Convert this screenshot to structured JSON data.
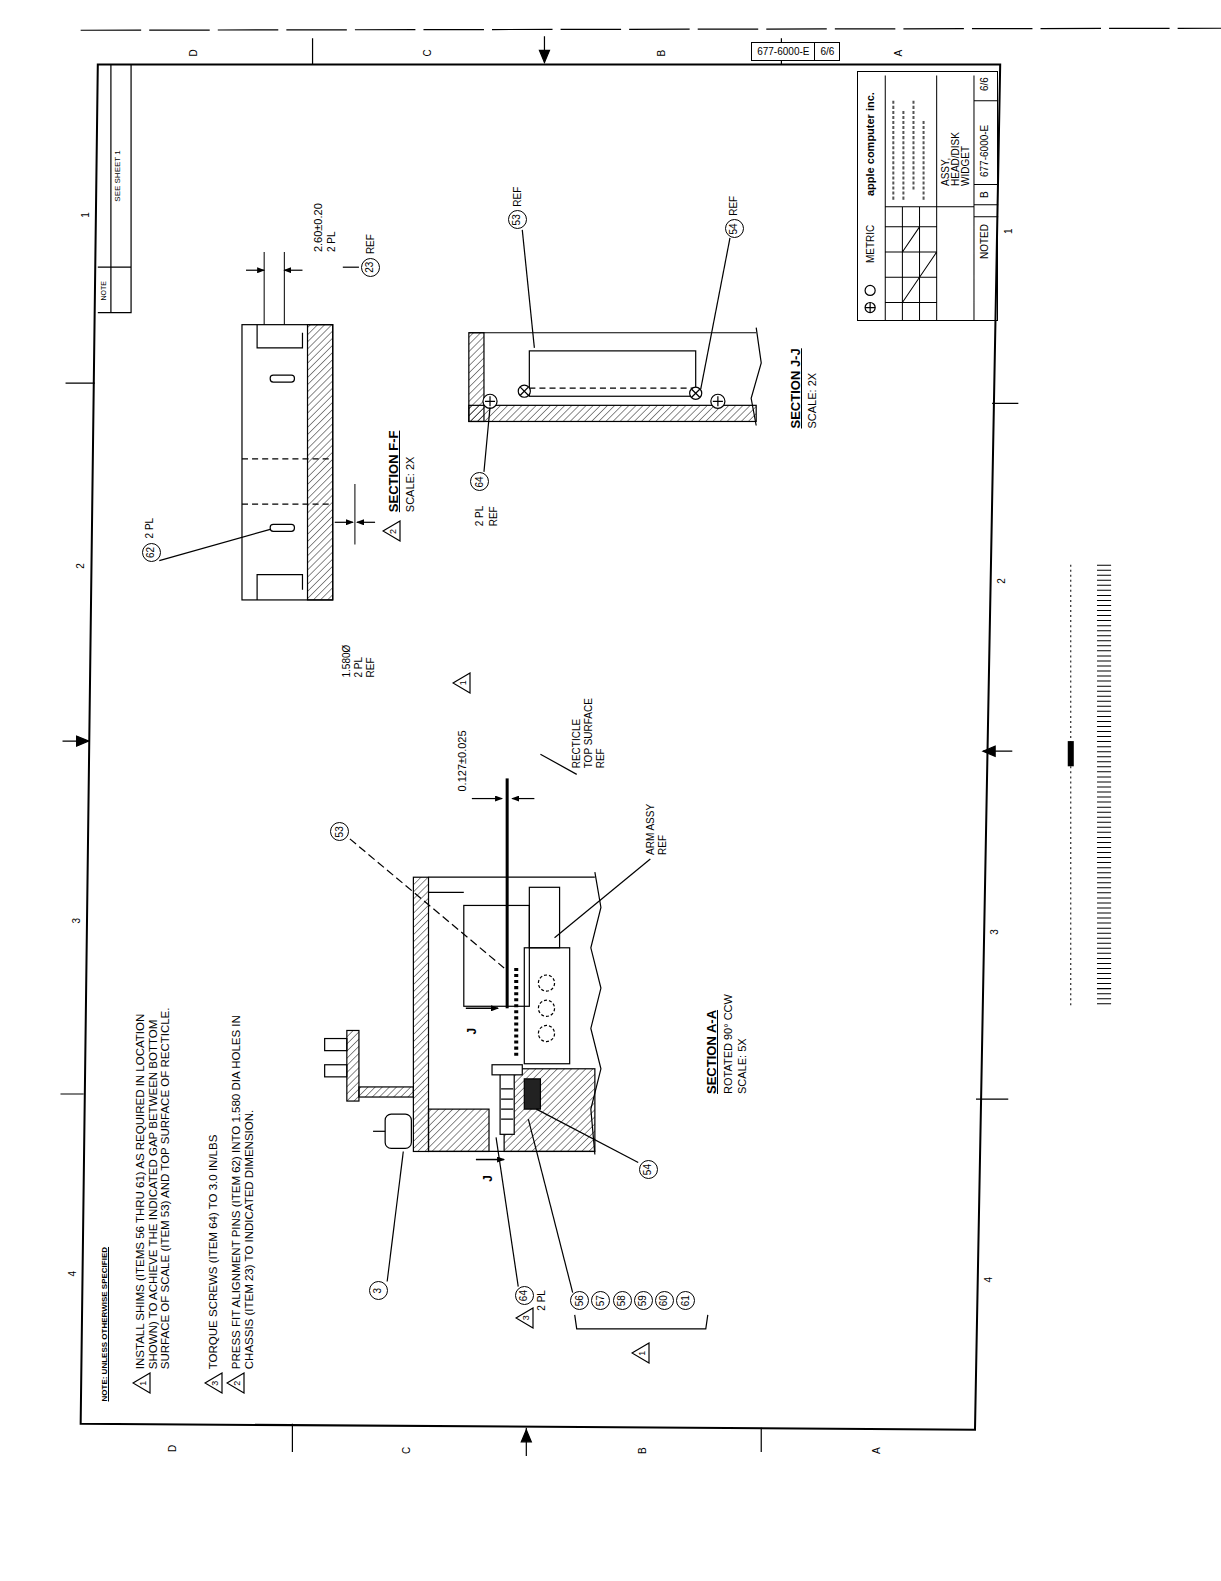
{
  "diagram": {
    "nodes": [
      {
        "text": [
          "677-6000-E",
          "6/6"
        ]
      },
      {
        "text": [
          "apple computer inc.",
          "METRIC",
          "ASSY, HEAD/DISK WIDGET",
          "B",
          "677-6000-E",
          "NOTED",
          "6/6"
        ]
      },
      {
        "text": [
          "62"
        ]
      },
      {
        "text": [
          "23"
        ]
      },
      {
        "text": [
          "2"
        ]
      },
      {
        "text": [
          "53"
        ]
      },
      {
        "text": [
          "54"
        ]
      },
      {
        "text": [
          "64"
        ]
      },
      {
        "text": [
          "53"
        ]
      },
      {
        "text": [
          "1"
        ]
      },
      {
        "text": [
          "54"
        ]
      },
      {
        "text": [
          "3"
        ]
      },
      {
        "text": [
          "3"
        ]
      },
      {
        "text": [
          "64"
        ]
      },
      {
        "text": [
          "56"
        ]
      },
      {
        "text": [
          "57"
        ]
      },
      {
        "text": [
          "58"
        ]
      },
      {
        "text": [
          "59"
        ]
      },
      {
        "text": [
          "60"
        ]
      },
      {
        "text": [
          "61"
        ]
      },
      {
        "text": [
          "1"
        ]
      },
      {
        "text": [
          "1"
        ]
      },
      {
        "text": [
          "3"
        ]
      },
      {
        "text": [
          "2"
        ]
      }
    ],
    "labels": [
      "SEE SHEET 1",
      "NOTE",
      "D",
      "C",
      "B",
      "A",
      "D",
      "C",
      "B",
      "A",
      "4",
      "3",
      "2",
      "1",
      "4",
      "3",
      "2",
      "1",
      "NOTE: UNLESS OTHERWISE SPECIFIED",
      "INSTALL SHIMS (ITEMS 56 THRU 61) AS REQUIRED IN LOCATION SHOWN) TO ACHIEVE THE INDICATED GAP BETWEEN BOTTOM SURFACE OF SCALE (ITEM 53) AND TOP SURFACE OF RECTICLE.",
      "TORQUE SCREWS (ITEM 64) TO 3.0 IN/LBS",
      "PRESS FIT ALIGNMENT PINS (ITEM 62) INTO 1.580 DIA HOLES IN CHASSIS (ITEM 23) TO INDICATED DIMENSION.",
      "SECTION A-A",
      "ROTATED 90° CCW",
      "SCALE: 5X",
      "0.127±0.025",
      "RECTICLE",
      "TOP SURFACE",
      "REF",
      "ARM ASSY",
      "REF",
      "J",
      "J",
      "SECTION F-F",
      "SCALE: 2X",
      "1.580Ø",
      "2 PL",
      "REF",
      "2 PL",
      "2.60±0.20",
      "2 PL",
      "REF",
      "REF",
      "REF",
      "2 PL",
      "REF",
      "2 PL",
      "SECTION J-J",
      "SCALE: 2X"
    ]
  }
}
